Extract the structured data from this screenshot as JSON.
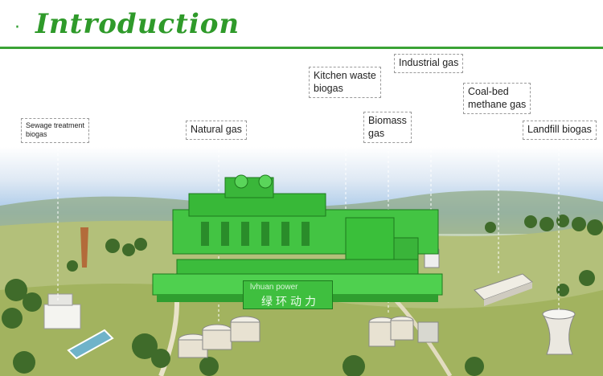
{
  "header": {
    "title": "Introduction"
  },
  "labels": {
    "sewage": [
      "Sewage treatment",
      "biogas"
    ],
    "natural": "Natural gas",
    "kitchen": [
      "Kitchen waste",
      "biogas"
    ],
    "industrial": "Industrial gas",
    "biomass": [
      "Biomass",
      "gas"
    ],
    "coalbed": [
      "Coal-bed",
      "methane gas"
    ],
    "landfill": "Landfill biogas"
  },
  "generator": {
    "brand": "lvhuan power",
    "brand_cn": "绿环动力"
  },
  "colors": {
    "accent": "#2f9a2a",
    "generator": "#3cc43c",
    "header_rule": "#3aa335"
  }
}
